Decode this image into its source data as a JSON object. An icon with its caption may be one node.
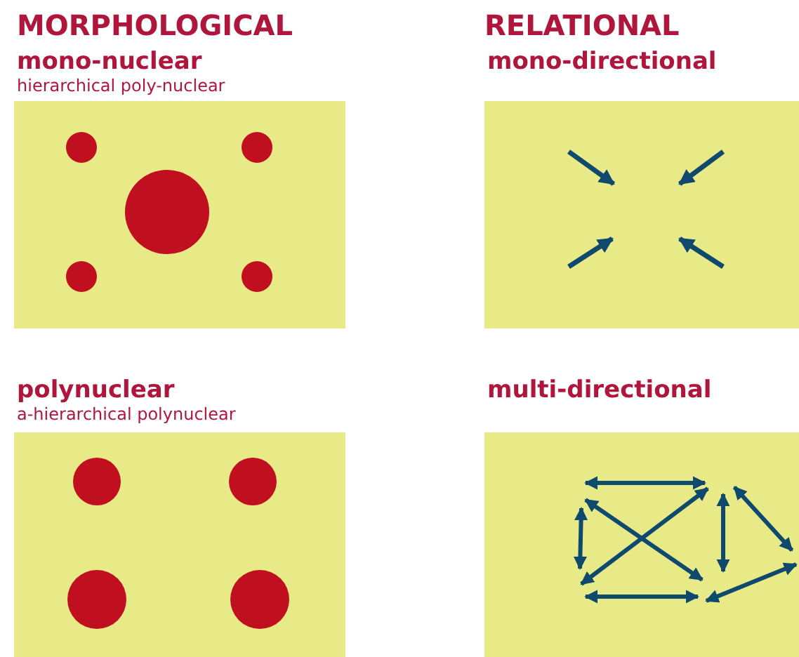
{
  "diagram": {
    "nodes": [
      {
        "text": [
          "mono-nuclear",
          "hierarchical poly-nuclear"
        ]
      },
      {
        "text": [
          "mono-directional"
        ]
      },
      {
        "text": [
          "polynuclear",
          "a-hierarchical polynuclear"
        ]
      },
      {
        "text": [
          "multi-directional"
        ]
      },
      {
        "text": [],
        "shape": "circle",
        "in": 0
      },
      {
        "text": [],
        "shape": "circle",
        "in": 0
      },
      {
        "text": [],
        "shape": "circle",
        "in": 0
      },
      {
        "text": [],
        "shape": "circle",
        "in": 0
      },
      {
        "text": [],
        "shape": "circle",
        "in": 0
      },
      {
        "text": [],
        "shape": "circle",
        "in": 2
      },
      {
        "text": [],
        "shape": "circle",
        "in": 2
      },
      {
        "text": [],
        "shape": "circle",
        "in": 2
      },
      {
        "text": [],
        "shape": "circle",
        "in": 2
      }
    ],
    "labels": [
      "MORPHOLOGICAL",
      "RELATIONAL"
    ]
  }
}
